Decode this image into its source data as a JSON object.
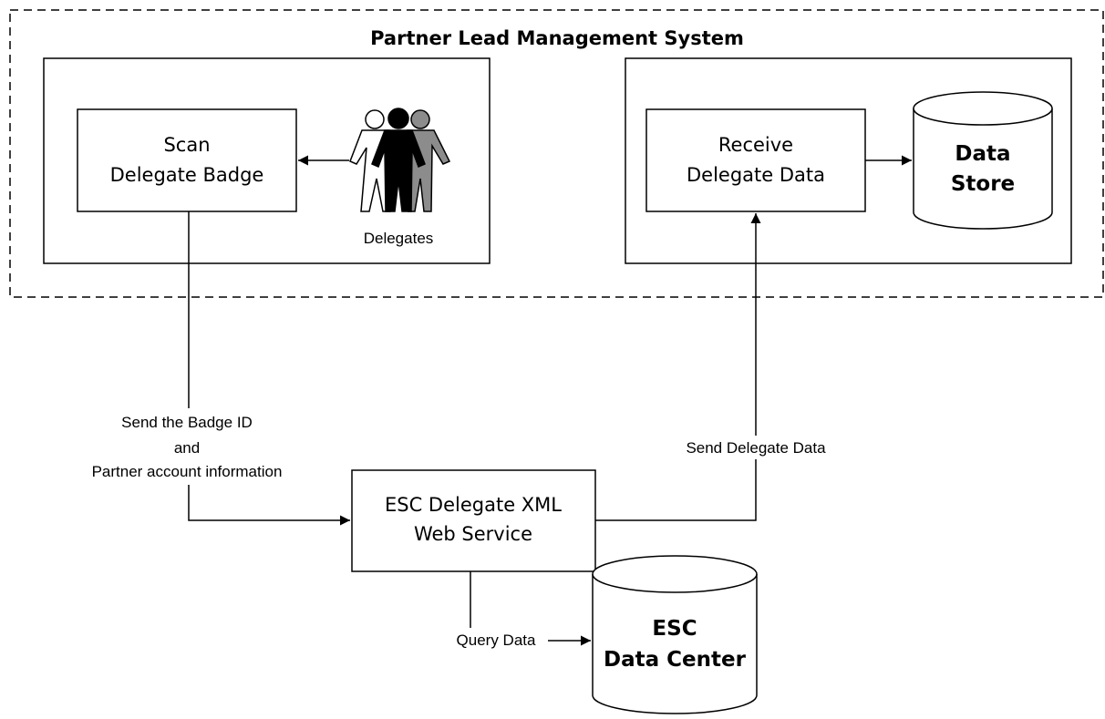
{
  "system": {
    "title": "Partner Lead Management System"
  },
  "scan_box": {
    "line1": "Scan",
    "line2": "Delegate Badge"
  },
  "delegates": {
    "label": "Delegates"
  },
  "receive_box": {
    "line1": "Receive",
    "line2": "Delegate Data"
  },
  "data_store": {
    "line1": "Data",
    "line2": "Store"
  },
  "service_box": {
    "line1": "ESC Delegate XML",
    "line2": "Web Service"
  },
  "data_center": {
    "line1": "ESC",
    "line2": "Data Center"
  },
  "edges": {
    "send_badge": {
      "line1": "Send the Badge ID",
      "line2": "and",
      "line3": "Partner account information"
    },
    "send_delegate_data": "Send Delegate Data",
    "query_data": "Query Data"
  },
  "figures": {
    "white": "#ffffff",
    "black": "#000000",
    "gray": "#8c8c8c"
  }
}
